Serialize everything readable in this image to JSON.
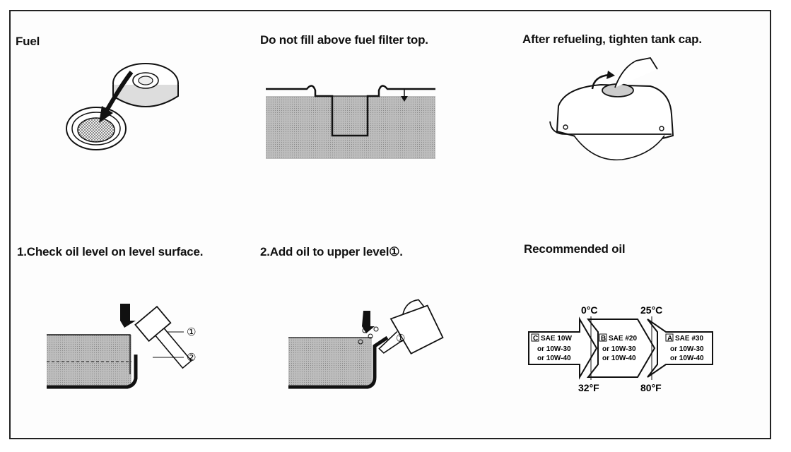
{
  "panels": {
    "fuel": {
      "caption": "Fuel"
    },
    "filter": {
      "caption": "Do not fill above fuel filter top."
    },
    "cap": {
      "caption": "After refueling, tighten tank cap."
    },
    "check": {
      "caption": "1.Check oil level on level surface.",
      "marker1": "①",
      "marker2": "②"
    },
    "add": {
      "caption": "2.Add oil to upper level①.",
      "marker1": "①"
    },
    "recommended": {
      "caption": "Recommended oil",
      "temps_c": [
        "0°C",
        "25°C"
      ],
      "temps_f": [
        "32°F",
        "80°F"
      ],
      "grades": [
        {
          "letter": "C",
          "line1": "SAE  10W",
          "line2": "or  10W-30",
          "line3": "or  10W-40"
        },
        {
          "letter": "B",
          "line1": "SAE  #20",
          "line2": "or  10W-30",
          "line3": "or  10W-40"
        },
        {
          "letter": "A",
          "line1": "SAE  #30",
          "line2": "or  10W-30",
          "line3": "or  10W-40"
        }
      ]
    }
  }
}
